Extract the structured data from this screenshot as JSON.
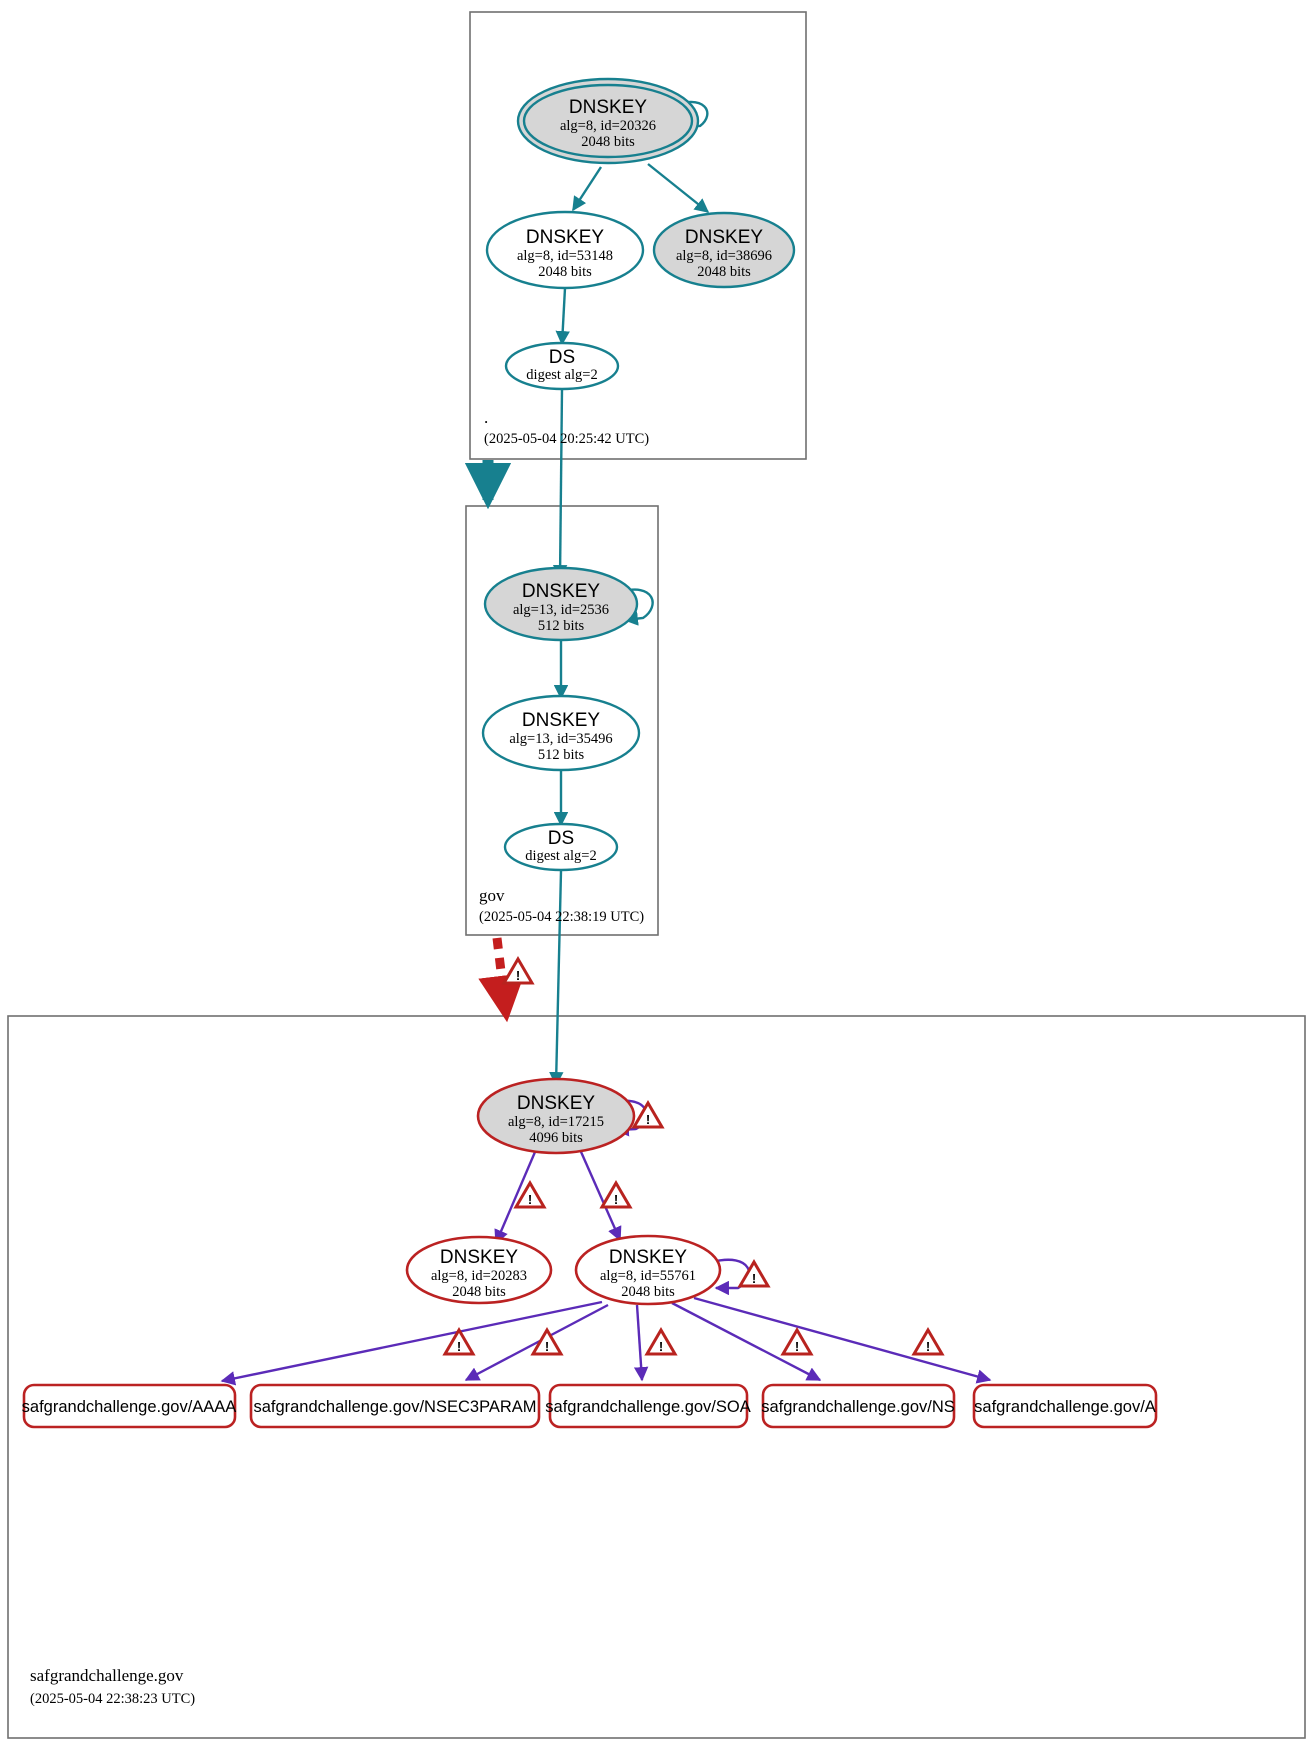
{
  "diagram": {
    "title": "DNSSEC authentication chain for safgrandchallenge.gov",
    "colors": {
      "secure": "#17808f",
      "bogus_stroke": "#bb2222",
      "bogus_edge": "#5b2bb8",
      "zone_border": "#707070",
      "key_fill_ksk": "#d6d6d6",
      "key_fill_zsk": "#ffffff",
      "warning": "#b8231f",
      "delegation_insecure": "#c41e1e"
    },
    "zones": [
      {
        "id": "root",
        "name": ".",
        "timestamp": "(2025-05-04 20:25:42 UTC)",
        "status": "secure",
        "nodes": [
          {
            "id": "root-ksk-20326",
            "type": "DNSKEY",
            "line1": "DNSKEY",
            "line2": "alg=8, id=20326",
            "line3": "2048 bits",
            "role": "trust-anchor-ksk",
            "fill": "#d6d6d6",
            "stroke": "#17808f",
            "double_ellipse": true,
            "self_signed": true
          },
          {
            "id": "root-zsk-53148",
            "type": "DNSKEY",
            "line1": "DNSKEY",
            "line2": "alg=8, id=53148",
            "line3": "2048 bits",
            "role": "zsk",
            "fill": "#ffffff",
            "stroke": "#17808f",
            "double_ellipse": false,
            "self_signed": false
          },
          {
            "id": "root-ksk-38696",
            "type": "DNSKEY",
            "line1": "DNSKEY",
            "line2": "alg=8, id=38696",
            "line3": "2048 bits",
            "role": "ksk",
            "fill": "#d6d6d6",
            "stroke": "#17808f",
            "double_ellipse": false,
            "self_signed": false
          },
          {
            "id": "root-ds",
            "type": "DS",
            "line1": "DS",
            "line2": "digest alg=2",
            "line3": "",
            "role": "ds",
            "fill": "#ffffff",
            "stroke": "#17808f",
            "double_ellipse": false,
            "self_signed": false
          }
        ]
      },
      {
        "id": "gov",
        "name": "gov",
        "timestamp": "(2025-05-04 22:38:19 UTC)",
        "status": "secure",
        "nodes": [
          {
            "id": "gov-ksk-2536",
            "type": "DNSKEY",
            "line1": "DNSKEY",
            "line2": "alg=13, id=2536",
            "line3": "512 bits",
            "role": "ksk",
            "fill": "#d6d6d6",
            "stroke": "#17808f",
            "double_ellipse": false,
            "self_signed": true
          },
          {
            "id": "gov-zsk-35496",
            "type": "DNSKEY",
            "line1": "DNSKEY",
            "line2": "alg=13, id=35496",
            "line3": "512 bits",
            "role": "zsk",
            "fill": "#ffffff",
            "stroke": "#17808f",
            "double_ellipse": false,
            "self_signed": false
          },
          {
            "id": "gov-ds",
            "type": "DS",
            "line1": "DS",
            "line2": "digest alg=2",
            "line3": "",
            "role": "ds",
            "fill": "#ffffff",
            "stroke": "#17808f",
            "double_ellipse": false,
            "self_signed": false
          }
        ]
      },
      {
        "id": "safgrandchallenge",
        "name": "safgrandchallenge.gov",
        "timestamp": "(2025-05-04 22:38:23 UTC)",
        "status": "bogus",
        "nodes": [
          {
            "id": "saf-ksk-17215",
            "type": "DNSKEY",
            "line1": "DNSKEY",
            "line2": "alg=8, id=17215",
            "line3": "4096 bits",
            "role": "ksk",
            "fill": "#d6d6d6",
            "stroke": "#bb2222",
            "double_ellipse": false,
            "self_signed": true
          },
          {
            "id": "saf-key-20283",
            "type": "DNSKEY",
            "line1": "DNSKEY",
            "line2": "alg=8, id=20283",
            "line3": "2048 bits",
            "role": "zsk",
            "fill": "#ffffff",
            "stroke": "#bb2222",
            "double_ellipse": false,
            "self_signed": false
          },
          {
            "id": "saf-key-55761",
            "type": "DNSKEY",
            "line1": "DNSKEY",
            "line2": "alg=8, id=55761",
            "line3": "2048 bits",
            "role": "zsk",
            "fill": "#ffffff",
            "stroke": "#bb2222",
            "double_ellipse": false,
            "self_signed": true
          }
        ],
        "records": [
          {
            "id": "rr-aaaa",
            "label": "safgrandchallenge.gov/AAAA"
          },
          {
            "id": "rr-nsec3param",
            "label": "safgrandchallenge.gov/NSEC3PARAM"
          },
          {
            "id": "rr-soa",
            "label": "safgrandchallenge.gov/SOA"
          },
          {
            "id": "rr-ns",
            "label": "safgrandchallenge.gov/NS"
          },
          {
            "id": "rr-a",
            "label": "safgrandchallenge.gov/A"
          }
        ]
      }
    ],
    "edges": [
      {
        "id": "e-root-ksk-self",
        "from": "root-ksk-20326",
        "to": "root-ksk-20326",
        "style": "solid",
        "color": "#17808f",
        "warning": false
      },
      {
        "id": "e-root-ksk-zsk",
        "from": "root-ksk-20326",
        "to": "root-zsk-53148",
        "style": "solid",
        "color": "#17808f",
        "warning": false
      },
      {
        "id": "e-root-ksk-ksk2",
        "from": "root-ksk-20326",
        "to": "root-ksk-38696",
        "style": "solid",
        "color": "#17808f",
        "warning": false
      },
      {
        "id": "e-root-zsk-ds",
        "from": "root-zsk-53148",
        "to": "root-ds",
        "style": "solid",
        "color": "#17808f",
        "warning": false
      },
      {
        "id": "e-root-ds-gov-ksk",
        "from": "root-ds",
        "to": "gov-ksk-2536",
        "style": "solid",
        "color": "#17808f",
        "warning": false
      },
      {
        "id": "e-root-delegation-gov",
        "from": "root",
        "to": "gov",
        "style": "thick-solid",
        "color": "#17808f",
        "warning": false
      },
      {
        "id": "e-gov-ksk-self",
        "from": "gov-ksk-2536",
        "to": "gov-ksk-2536",
        "style": "solid",
        "color": "#17808f",
        "warning": false
      },
      {
        "id": "e-gov-ksk-zsk",
        "from": "gov-ksk-2536",
        "to": "gov-zsk-35496",
        "style": "solid",
        "color": "#17808f",
        "warning": false
      },
      {
        "id": "e-gov-zsk-ds",
        "from": "gov-zsk-35496",
        "to": "gov-ds",
        "style": "solid",
        "color": "#17808f",
        "warning": false
      },
      {
        "id": "e-gov-ds-saf-ksk",
        "from": "gov-ds",
        "to": "saf-ksk-17215",
        "style": "solid",
        "color": "#17808f",
        "warning": false
      },
      {
        "id": "e-gov-delegation-saf",
        "from": "gov",
        "to": "safgrandchallenge",
        "style": "thick-dashed",
        "color": "#c41e1e",
        "warning": true
      },
      {
        "id": "e-saf-ksk-self",
        "from": "saf-ksk-17215",
        "to": "saf-ksk-17215",
        "style": "solid",
        "color": "#5b2bb8",
        "warning": true
      },
      {
        "id": "e-saf-ksk-20283",
        "from": "saf-ksk-17215",
        "to": "saf-key-20283",
        "style": "solid",
        "color": "#5b2bb8",
        "warning": true
      },
      {
        "id": "e-saf-ksk-55761",
        "from": "saf-ksk-17215",
        "to": "saf-key-55761",
        "style": "solid",
        "color": "#5b2bb8",
        "warning": true
      },
      {
        "id": "e-saf-55761-self",
        "from": "saf-key-55761",
        "to": "saf-key-55761",
        "style": "solid",
        "color": "#5b2bb8",
        "warning": true
      },
      {
        "id": "e-saf-55761-aaaa",
        "from": "saf-key-55761",
        "to": "rr-aaaa",
        "style": "solid",
        "color": "#5b2bb8",
        "warning": true
      },
      {
        "id": "e-saf-55761-nsec3param",
        "from": "saf-key-55761",
        "to": "rr-nsec3param",
        "style": "solid",
        "color": "#5b2bb8",
        "warning": true
      },
      {
        "id": "e-saf-55761-soa",
        "from": "saf-key-55761",
        "to": "rr-soa",
        "style": "solid",
        "color": "#5b2bb8",
        "warning": true
      },
      {
        "id": "e-saf-55761-ns",
        "from": "saf-key-55761",
        "to": "rr-ns",
        "style": "solid",
        "color": "#5b2bb8",
        "warning": true
      },
      {
        "id": "e-saf-55761-a",
        "from": "saf-key-55761",
        "to": "rr-a",
        "style": "solid",
        "color": "#5b2bb8",
        "warning": true
      }
    ],
    "warning_glyph": "!"
  }
}
